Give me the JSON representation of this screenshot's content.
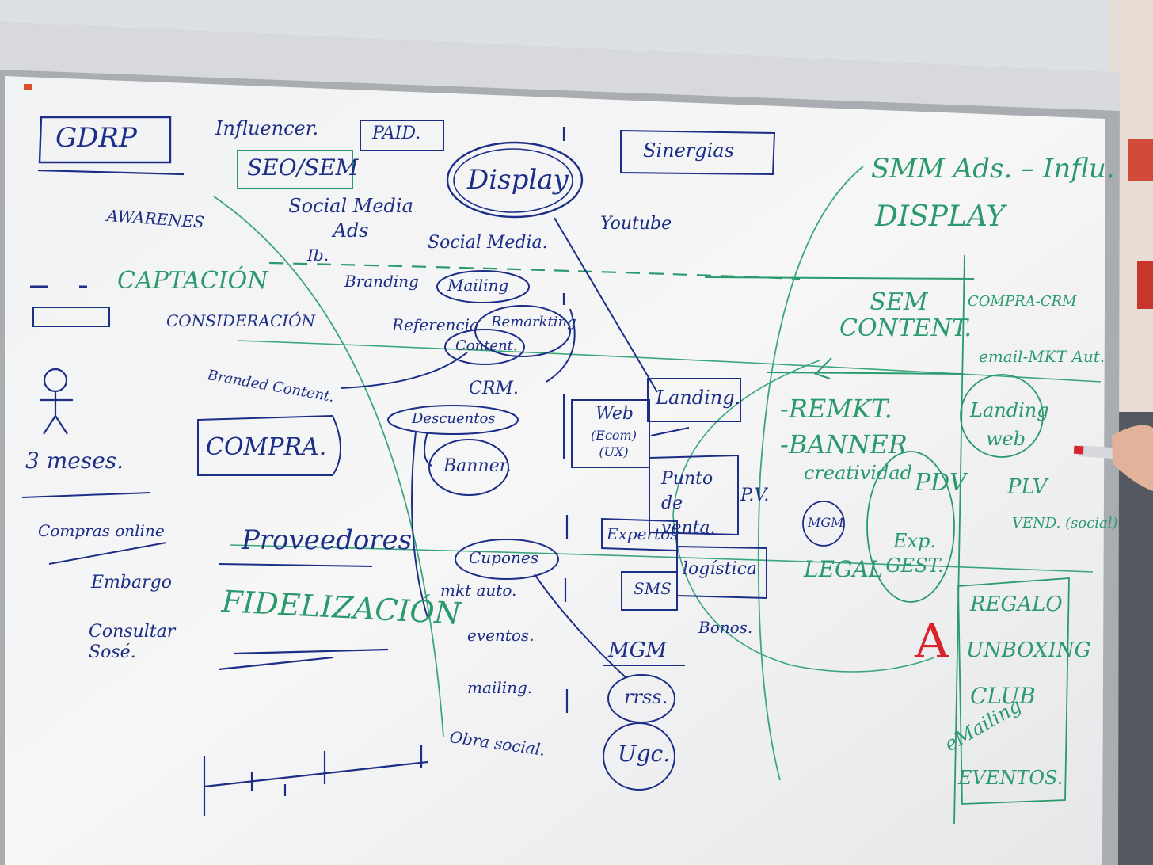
{
  "board": {
    "left_column": {
      "gdrp": "GDRP",
      "awareness": "AWARENES",
      "captacion": "CAPTACIÓN",
      "consideracion": "CONSIDERACIÓN",
      "branded_content": "Branded Content.",
      "compra": "COMPRA.",
      "tres_meses": "3 meses.",
      "compras_online": "Compras online",
      "embargo": "Embargo",
      "consultar": "Consultar Sosé.",
      "proveedores": "Proveedores",
      "fidelizacion": "FIDELIZACIÓN"
    },
    "top_row": {
      "influencer": "Influencer.",
      "paid": "PAID.",
      "seo_sem": "SEO/SEM",
      "social_media_ads": "Social Media Ads",
      "ib": "Ib.",
      "display": "Display",
      "sinergias": "Sinergias",
      "youtube": "Youtube",
      "social_media": "Social Media."
    },
    "middle": {
      "branding": "Branding",
      "mailing": "Mailing",
      "referencia": "Referencia",
      "remarketing": "Remarkting",
      "content": "Content.",
      "crm": "CRM.",
      "descuentos": "Descuentos",
      "banner": "Banner.",
      "cupones": "Cupones",
      "mkt_auto": "mkt auto.",
      "eventos": "eventos.",
      "mailing2": "mailing.",
      "obra_social": "Obra social.",
      "web": "Web",
      "ecom_ux": "(Ecom) (UX)",
      "landing": "Landing.",
      "punto_de_venta": "Punto de venta.",
      "pv": "P.V.",
      "expertos": "Expertos",
      "logistica": "logística",
      "sms": "SMS",
      "bonos": "Bonos.",
      "mgm": "MGM",
      "rrss": "rrss.",
      "ugc": "Ugc."
    },
    "right_green": {
      "smm_ads": "SMM Ads. – Influ.",
      "display": "DISPLAY",
      "sem_content": "SEM CONTENT.",
      "compra_crm": "COMPRA-CRM",
      "email_mkt": "email-MKT Aut.",
      "remkt": "-REMKT.",
      "banner": "-BANNER",
      "creatividad": "creatividad",
      "landing_web": "Landing web",
      "pdv": "PDV",
      "plv": "PLV",
      "vend_social": "VEND. (social)",
      "mgm": "MGM",
      "legal": "LEGAL",
      "exp_gest": "Exp. GEST.",
      "regalo": "REGALO",
      "unboxing": "UNBOXING",
      "club": "CLUB",
      "emailing": "eMailing",
      "eventos": "EVENTOS."
    },
    "red_mark": "A"
  }
}
